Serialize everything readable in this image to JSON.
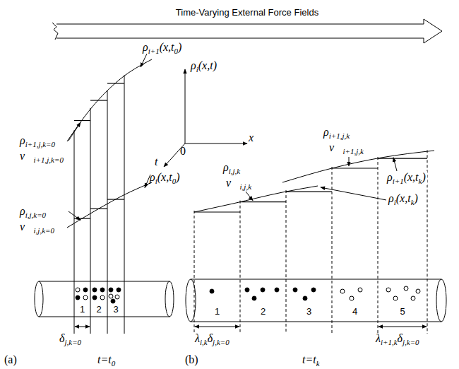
{
  "diagram": {
    "nodes": [
      {
        "text": [
          "Time-Varying External Force Fields"
        ]
      }
    ],
    "labels": [
      "ρi+1,j,k=0",
      "v⃗i+1,j,k=0",
      "ρi+1(x,t0)",
      "ρi,j,k=0",
      "v⃗i,j,k=0",
      "ρi(x,t0)",
      "1",
      "2",
      "3",
      "δj,k=0",
      "(a)",
      "t=t0",
      "ρi(x,t)",
      "x",
      "0",
      "t",
      "ρi+1,j,k",
      "v⃗i+1,j,k",
      "ρi,j,k",
      "v⃗i,j,k",
      "ρi+1(x,tk)",
      "ρi(x,tk)",
      "1",
      "2",
      "3",
      "4",
      "5",
      "λi,kδj,k=0",
      "λi+1,kδj,k=0",
      "(b)",
      "t=tk"
    ]
  }
}
